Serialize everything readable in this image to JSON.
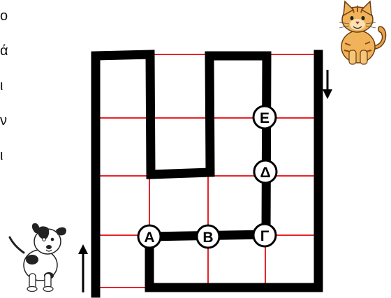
{
  "side_text": [
    "ο",
    "ά",
    "ι",
    "ν",
    "ι"
  ],
  "points": [
    {
      "label": "Α"
    },
    {
      "label": "Β"
    },
    {
      "label": "Γ"
    },
    {
      "label": "Δ"
    },
    {
      "label": "Ε"
    }
  ],
  "colors": {
    "grid": "#e8232a",
    "wall": "#000000",
    "node_fill": "#ffffff",
    "node_stroke": "#000000"
  },
  "icons": {
    "cat": "cat-icon",
    "dog": "dog-icon",
    "arrow_in": "arrow-up-icon",
    "arrow_out": "arrow-down-icon"
  }
}
